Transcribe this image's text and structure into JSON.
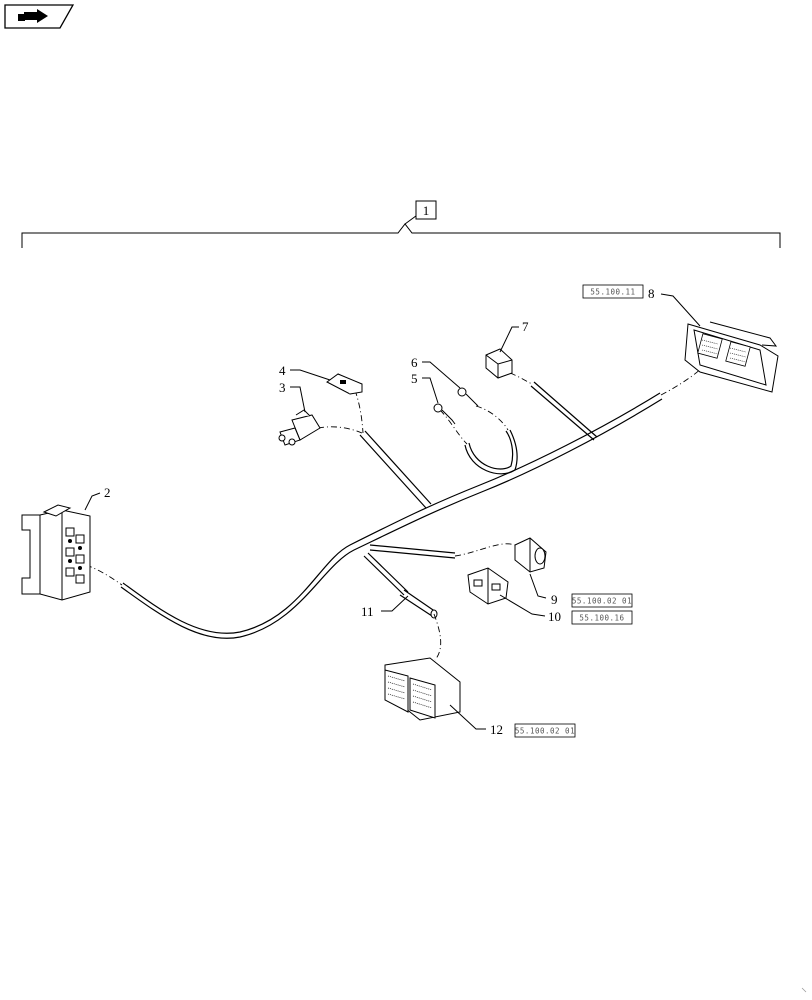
{
  "nav": {
    "icon": "next-page-arrow-icon"
  },
  "assembly": {
    "label": "1"
  },
  "callouts": [
    {
      "id": "2",
      "label": "2"
    },
    {
      "id": "3",
      "label": "3"
    },
    {
      "id": "4",
      "label": "4"
    },
    {
      "id": "5",
      "label": "5"
    },
    {
      "id": "6",
      "label": "6"
    },
    {
      "id": "7",
      "label": "7"
    },
    {
      "id": "8",
      "label": "8"
    },
    {
      "id": "9",
      "label": "9"
    },
    {
      "id": "10",
      "label": "10"
    },
    {
      "id": "11",
      "label": "11"
    },
    {
      "id": "12",
      "label": "12"
    }
  ],
  "references": {
    "ref8": "55.100.11",
    "ref9": "55.100.02 01",
    "ref10": "55.100.16",
    "ref12": "55.100.02 01"
  }
}
